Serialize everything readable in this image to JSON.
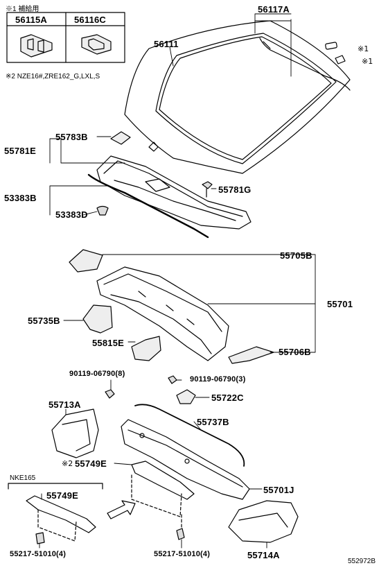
{
  "notes": {
    "note1": "※1 補給用",
    "note2": "※2 NZE16#,ZRE162_G,LXL,S",
    "nke": "NKE165"
  },
  "marks": {
    "m1a": "※1",
    "m1b": "※1",
    "m2": "※2"
  },
  "boxed": {
    "a": "56115A",
    "c": "56116C"
  },
  "labels": {
    "p56117A": "56117A",
    "p56111": "56111",
    "p55783B": "55783B",
    "p55781E": "55781E",
    "p53383B": "53383B",
    "p55781G": "55781G",
    "p53383D": "53383D",
    "p55705B": "55705B",
    "p55701": "55701",
    "p55735B": "55735B",
    "p55815E": "55815E",
    "p55706B": "55706B",
    "p90119_8": "90119-06790(8)",
    "p90119_3": "90119-06790(3)",
    "p55722C": "55722C",
    "p55713A": "55713A",
    "p55737B": "55737B",
    "p55749E_top": "55749E",
    "p55701J": "55701J",
    "p55749E_bot": "55749E",
    "p55217_a": "55217-51010(4)",
    "p55217_b": "55217-51010(4)",
    "p55714A": "55714A"
  },
  "footer": {
    "code": "552972B"
  }
}
